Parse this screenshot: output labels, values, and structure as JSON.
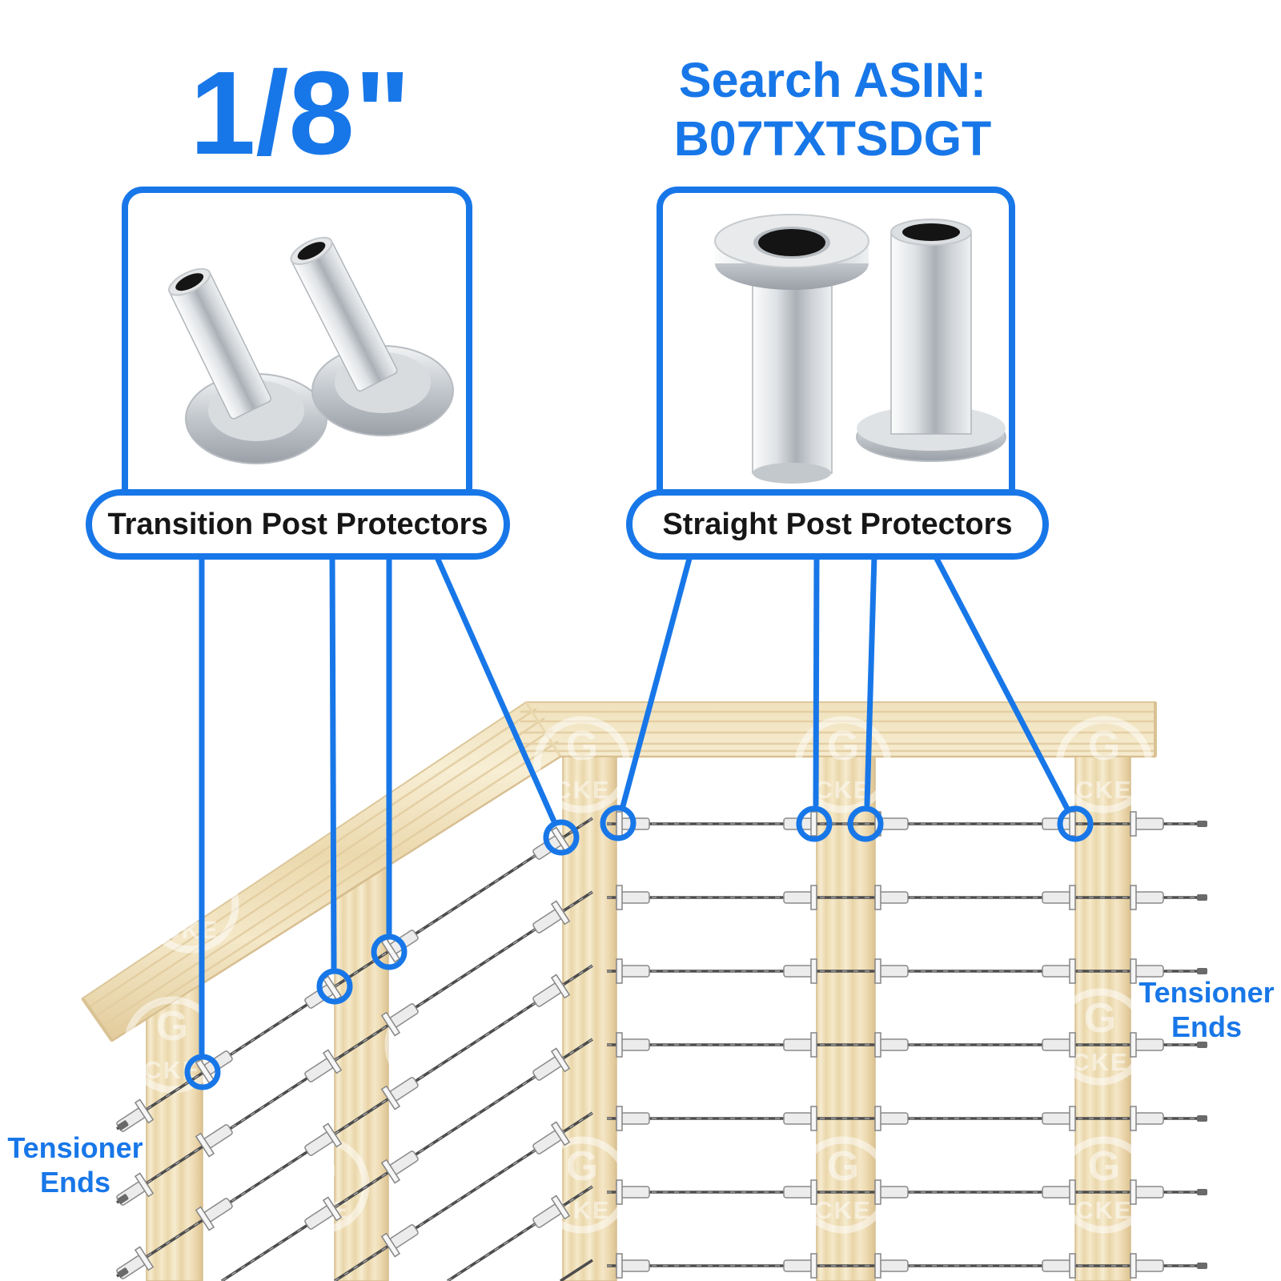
{
  "title": {
    "text": "1/8\""
  },
  "asin": {
    "line1": "Search ASIN:",
    "line2": "B07TXTSDGT"
  },
  "callouts": {
    "transition": "Transition Post Protectors",
    "straight": "Straight Post Protectors"
  },
  "tensioner_left": {
    "line1": "Tensioner",
    "line2": "Ends"
  },
  "tensioner_right": {
    "line1": "Tensioner",
    "line2": "Ends"
  },
  "watermark": {
    "letter": "G",
    "word": "CKE"
  },
  "colors": {
    "accent": "#1877e8",
    "label_text": "#161616",
    "wood_light": "#f5ebcd",
    "wood_dark": "#e6d1a5",
    "cable": "#4d4d4d",
    "metal_light": "#f4f5f6",
    "metal_dark": "#979da4"
  }
}
